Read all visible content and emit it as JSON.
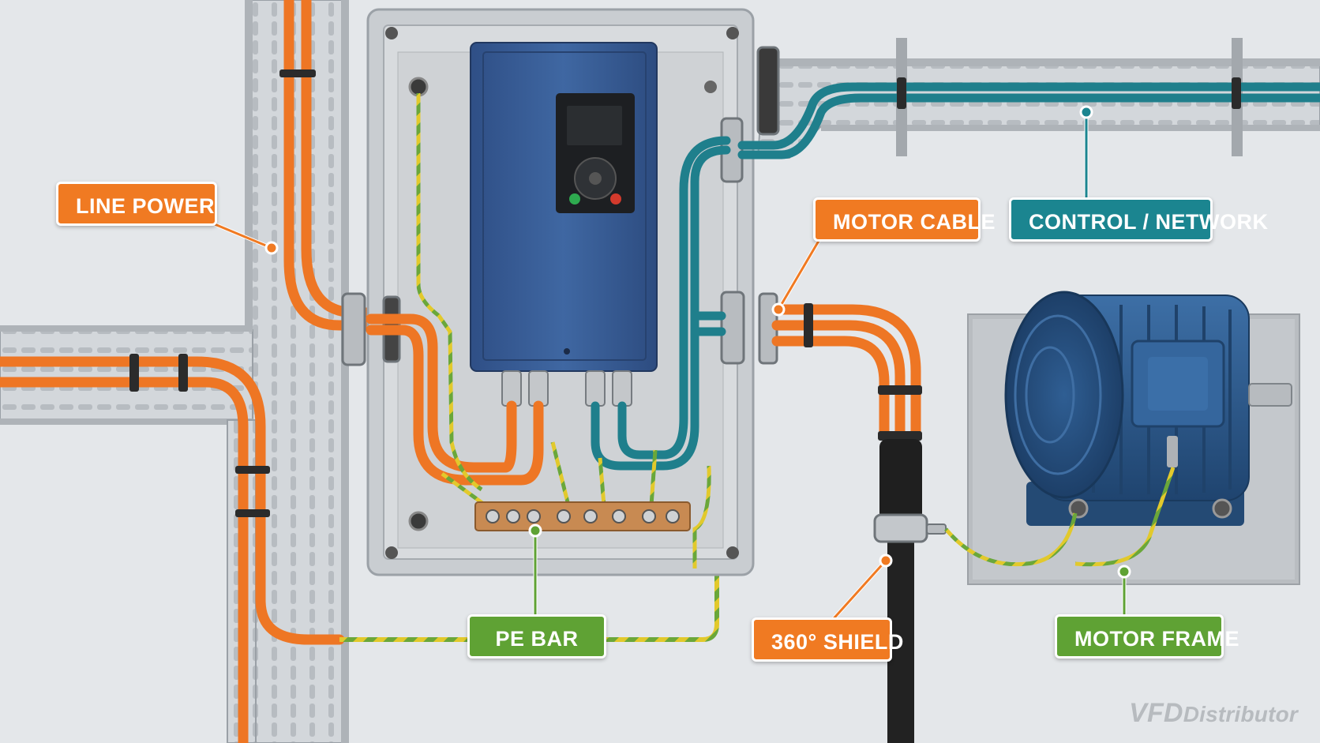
{
  "labels": {
    "line_power": "LINE POWER",
    "motor_cable": "MOTOR CABLE",
    "control_network": "CONTROL / NETWORK",
    "pe_bar": "PE BAR",
    "shield_360": "360° SHIELD",
    "motor_frame": "MOTOR FRAME"
  },
  "watermark": {
    "part1": "VFD",
    "part2": "Distributor"
  },
  "colors": {
    "power_cable": "#f07a22",
    "control_cable": "#1f7f8c",
    "ground_wire": "#8fbf3a",
    "drive_body": "#3a5f98",
    "motor_body": "#2c5a8c",
    "label_orange": "#f07a22",
    "label_teal": "#1b8590",
    "label_green": "#5fa234"
  },
  "icons": [
    "drive-keypad-icon",
    "motor-icon",
    "pe-bar-icon",
    "shield-clamp-icon"
  ]
}
